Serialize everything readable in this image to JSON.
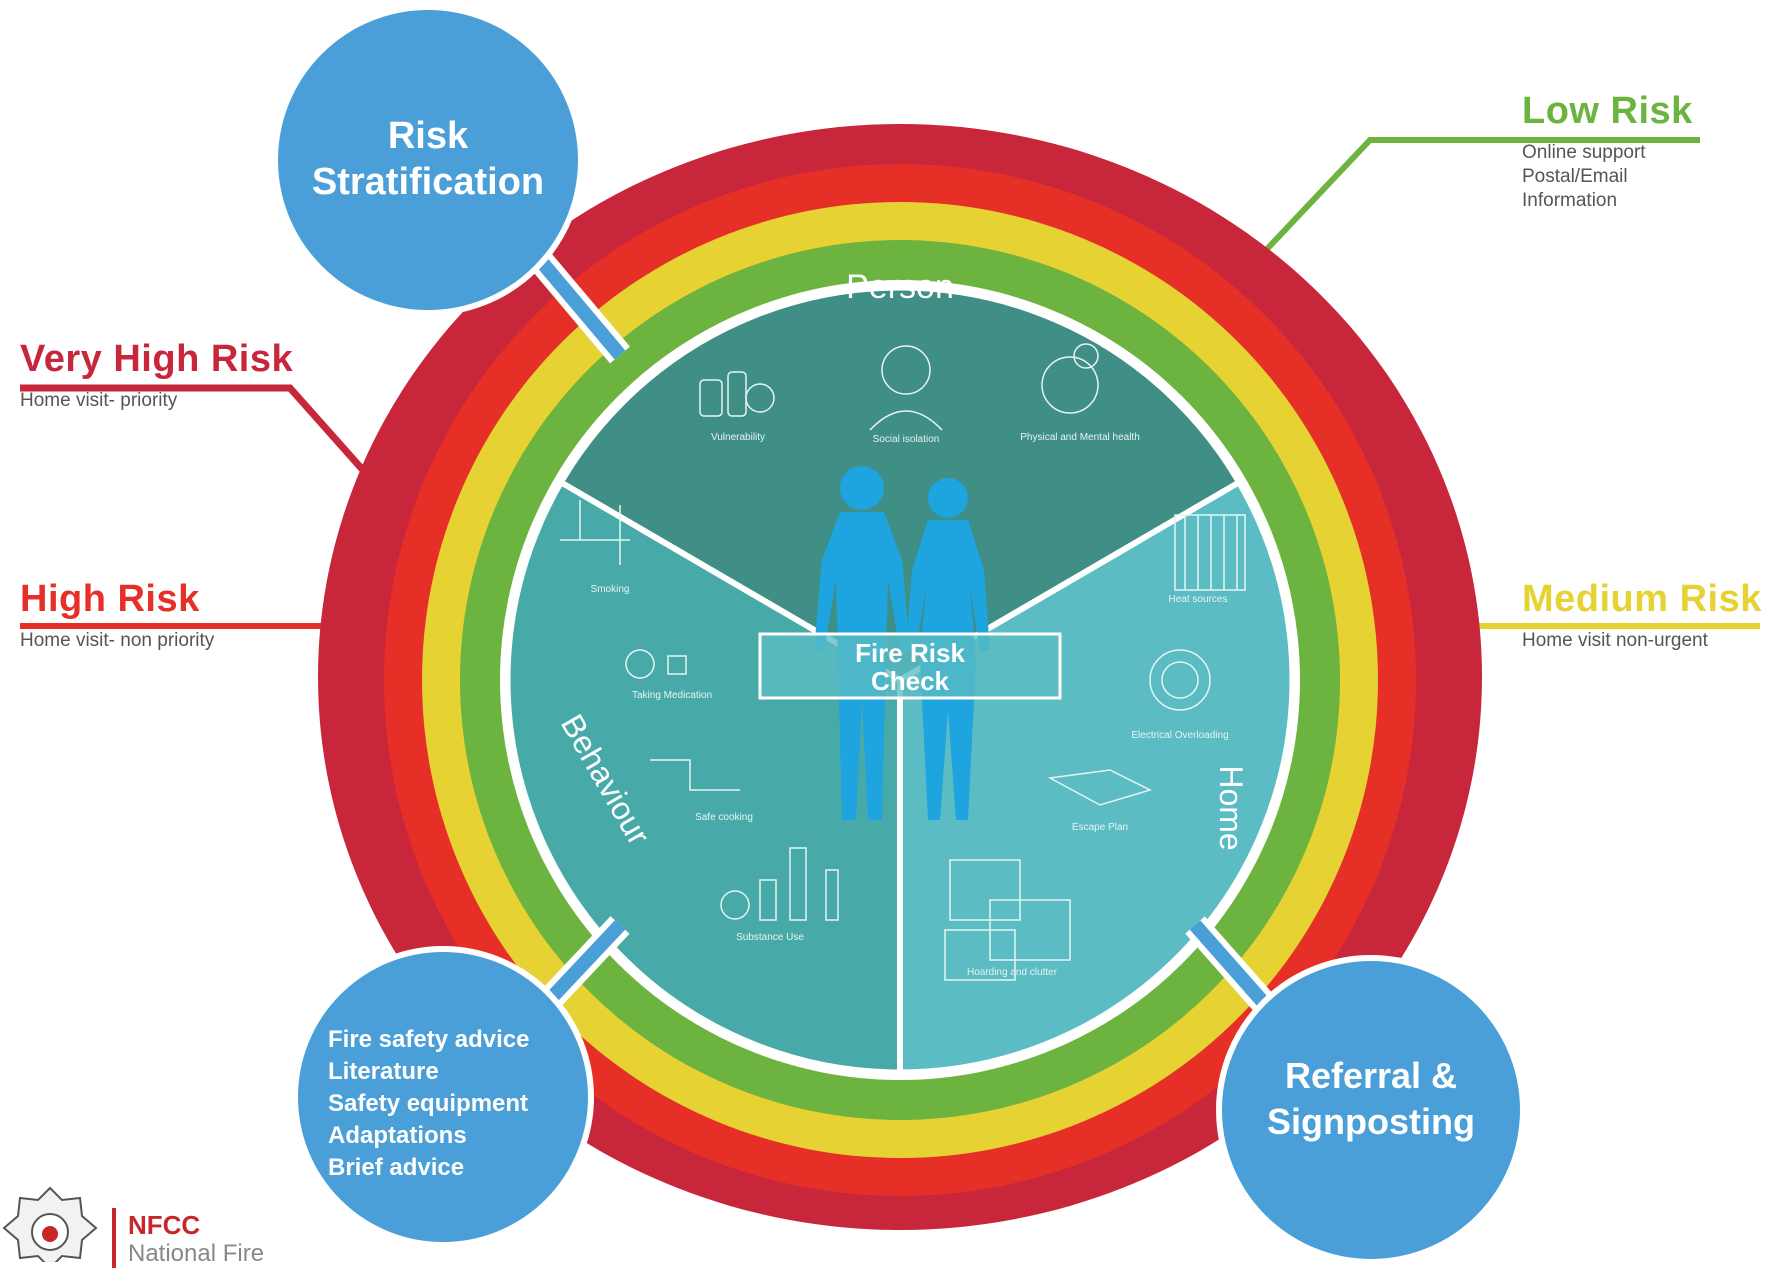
{
  "colors": {
    "very_high": "#c8263a",
    "high": "#e63027",
    "medium": "#e6d233",
    "low": "#6cb33f",
    "callout_blue": "#4a9fd8",
    "person_sector": "#3f8f87",
    "behaviour_sector": "#48aaa8",
    "home_sector": "#5bbcc4",
    "figure_blue": "#1ea4df"
  },
  "callouts": {
    "risk_stratification": "Risk Stratification",
    "referral": "Referral & Signposting",
    "actions": [
      "Fire safety advice",
      "Literature",
      "Safety equipment",
      "Adaptations",
      "Brief advice"
    ]
  },
  "tiers": {
    "very_high": {
      "title": "Very High Risk",
      "desc": "Home visit- priority"
    },
    "high": {
      "title": "High Risk",
      "desc": "Home visit- non priority"
    },
    "medium": {
      "title": "Medium Risk",
      "desc": "Home visit non-urgent"
    },
    "low": {
      "title": "Low Risk",
      "desc_lines": [
        "Online support",
        "Postal/Email",
        "Information"
      ]
    }
  },
  "sectors": {
    "person": {
      "label": "Person",
      "items": [
        "Vulnerability",
        "Social isolation",
        "Physical and Mental health"
      ]
    },
    "behaviour": {
      "label": "Behaviour",
      "items": [
        "Smoking",
        "Taking Medication",
        "Safe cooking",
        "Substance Use"
      ]
    },
    "home": {
      "label": "Home",
      "items": [
        "Heat sources",
        "Electrical Overloading",
        "Escape Plan",
        "Hoarding and clutter"
      ]
    }
  },
  "center": {
    "label_line1": "Fire Risk",
    "label_line2": "Check"
  },
  "logo": {
    "abbr": "NFCC",
    "name": "National Fire"
  }
}
